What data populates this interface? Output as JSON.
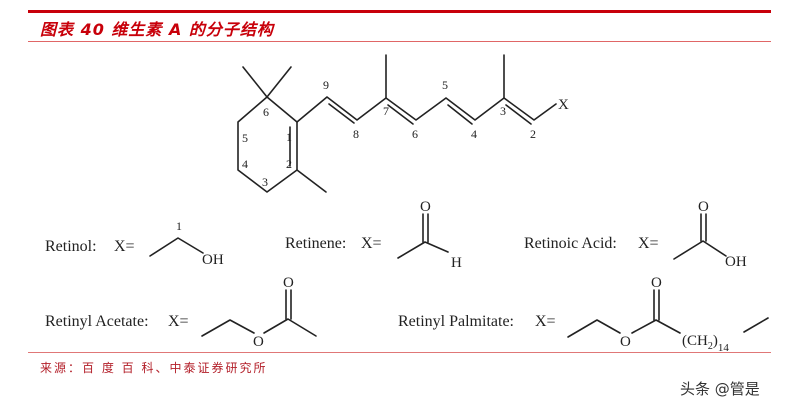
{
  "figure": {
    "title": "图表 40 维生素 A 的分子结构",
    "source": "来源：百 度 百 科、中泰证券研究所",
    "watermark": "头条 @管是"
  },
  "colors": {
    "accent_red": "#c8000a",
    "rule_light_red": "#e06666",
    "source_text": "#b3202a",
    "ink": "#222222"
  },
  "main_structure": {
    "substituent_label": "X",
    "carbon_numbers": {
      "ring": [
        "1",
        "2",
        "3",
        "4",
        "5",
        "6"
      ],
      "chain": [
        "9",
        "8",
        "7",
        "6",
        "5",
        "4",
        "3",
        "2"
      ]
    }
  },
  "variants": [
    {
      "name": "Retinol:",
      "x_eq": "X=",
      "group_atoms": [
        "1",
        "OH"
      ]
    },
    {
      "name": "Retinene:",
      "x_eq": "X=",
      "group_atoms": [
        "O",
        "H"
      ]
    },
    {
      "name": "Retinoic Acid:",
      "x_eq": "X=",
      "group_atoms": [
        "O",
        "OH"
      ]
    },
    {
      "name": "Retinyl Acetate:",
      "x_eq": "X=",
      "group_atoms": [
        "O",
        "O"
      ]
    },
    {
      "name": "Retinyl Palmitate:",
      "x_eq": "X=",
      "group_atoms": [
        "O",
        "O",
        "(CH",
        "2",
        ")",
        "14"
      ]
    }
  ]
}
